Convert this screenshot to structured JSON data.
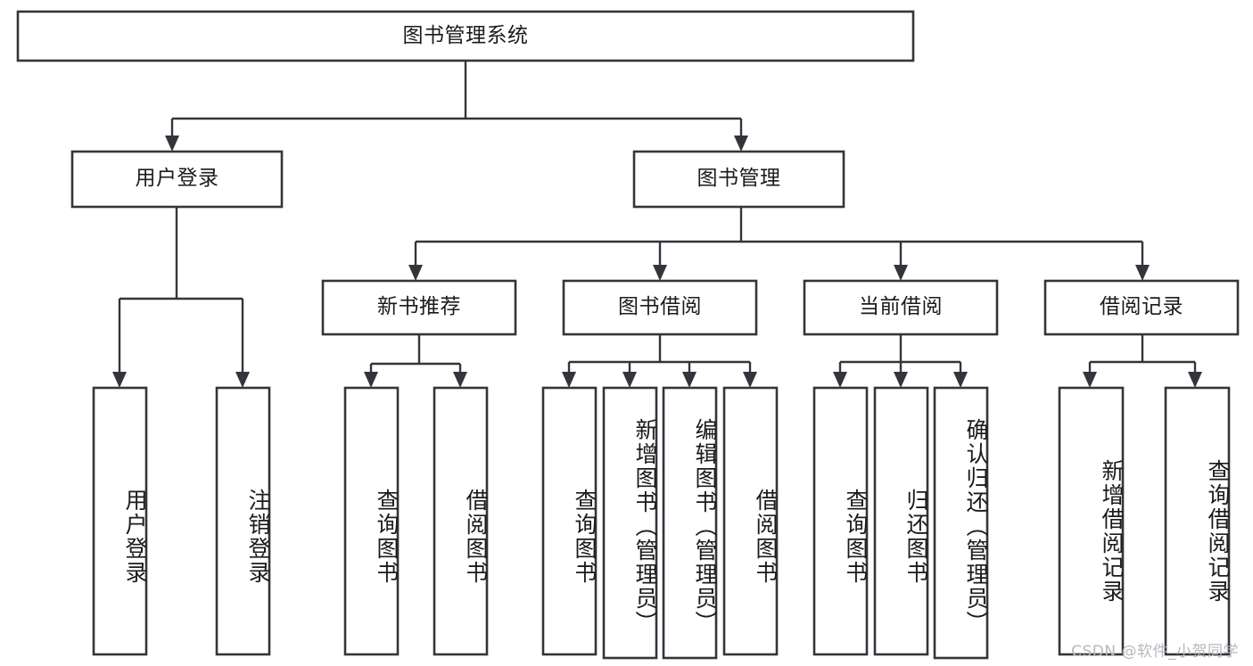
{
  "diagram": {
    "title": "图书管理系统",
    "type": "tree-hierarchy-diagram",
    "colors": {
      "stroke": "#33353a",
      "fill": "#ffffff",
      "text": "#1b1b1b",
      "watermark": "#b6b8bc",
      "background": "#ffffff"
    },
    "root": {
      "id": "root",
      "label": "图书管理系统",
      "orientation": "horizontal"
    },
    "level2": [
      {
        "id": "user-login",
        "label": "用户登录",
        "orientation": "horizontal"
      },
      {
        "id": "book-manage",
        "label": "图书管理",
        "orientation": "horizontal"
      }
    ],
    "level3": [
      {
        "id": "new-book-recommend",
        "label": "新书推荐",
        "orientation": "horizontal"
      },
      {
        "id": "book-borrow",
        "label": "图书借阅",
        "orientation": "horizontal"
      },
      {
        "id": "current-borrow",
        "label": "当前借阅",
        "orientation": "horizontal"
      },
      {
        "id": "borrow-record",
        "label": "借阅记录",
        "orientation": "horizontal"
      }
    ],
    "leaves": {
      "user-login": [
        {
          "id": "leaf-user-login",
          "label": "用户登录",
          "orientation": "vertical"
        },
        {
          "id": "leaf-logout-login",
          "label": "注销登录",
          "orientation": "vertical"
        }
      ],
      "new-book-recommend": [
        {
          "id": "leaf-query-book-1",
          "label": "查询图书",
          "orientation": "vertical"
        },
        {
          "id": "leaf-borrow-book-1",
          "label": "借阅图书",
          "orientation": "vertical"
        }
      ],
      "book-borrow": [
        {
          "id": "leaf-query-book-2",
          "label": "查询图书",
          "orientation": "vertical"
        },
        {
          "id": "leaf-add-book",
          "label": "新增图书（管理员）",
          "orientation": "vertical"
        },
        {
          "id": "leaf-edit-book",
          "label": "编辑图书（管理员）",
          "orientation": "vertical"
        },
        {
          "id": "leaf-borrow-book-2",
          "label": "借阅图书",
          "orientation": "vertical"
        }
      ],
      "current-borrow": [
        {
          "id": "leaf-query-book-3",
          "label": "查询图书",
          "orientation": "vertical"
        },
        {
          "id": "leaf-return-book",
          "label": "归还图书",
          "orientation": "vertical"
        },
        {
          "id": "leaf-confirm-return",
          "label": "确认归还（管理员）",
          "orientation": "vertical"
        }
      ],
      "borrow-record": [
        {
          "id": "leaf-add-record",
          "label": "新增借阅记录",
          "orientation": "vertical"
        },
        {
          "id": "leaf-query-record",
          "label": "查询借阅记录",
          "orientation": "vertical"
        }
      ]
    },
    "watermark": "CSDN @软件_小贺同学"
  }
}
